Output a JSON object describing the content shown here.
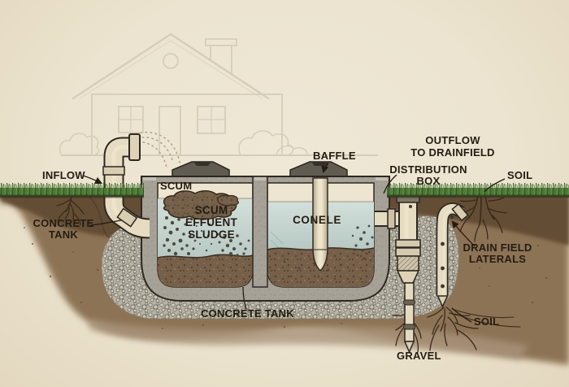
{
  "diagram": {
    "type": "septic-system-cross-section",
    "labels": {
      "inflow": "INFLOW",
      "concrete_tank_left": [
        "CONCRETE",
        "TANK"
      ],
      "scum_layer": "SCUM",
      "first_chamber": [
        "SCUM",
        "EFFUENT",
        "SLUDGE"
      ],
      "second_chamber": "CONELE",
      "baffle": "BAFFLE",
      "outflow": [
        "OUTFLOW",
        "TO DRAINFIELD"
      ],
      "distribution_box": [
        "DISTRIBUTION",
        "BOX"
      ],
      "soil_upper": "SOIL",
      "drain_field_laterals": [
        "DRAIN FIELD",
        "LATERALS"
      ],
      "soil_lower": "SOIL",
      "gravel": "GRAVEL",
      "concrete_tank_bottom": "CONCRETE TANK"
    },
    "colors": {
      "background": "#ece4d0",
      "label_ink": "#241c12",
      "grass": "#4d7836",
      "soil": "#8d7355",
      "topsoil": "#5f4833",
      "gravel": "#c2beb0",
      "concrete": "#a6a196",
      "water": "#c8d8d2",
      "sludge": "#77604a",
      "pipe": "#e6dcc2",
      "house_outline": "#d6cdb8"
    }
  }
}
